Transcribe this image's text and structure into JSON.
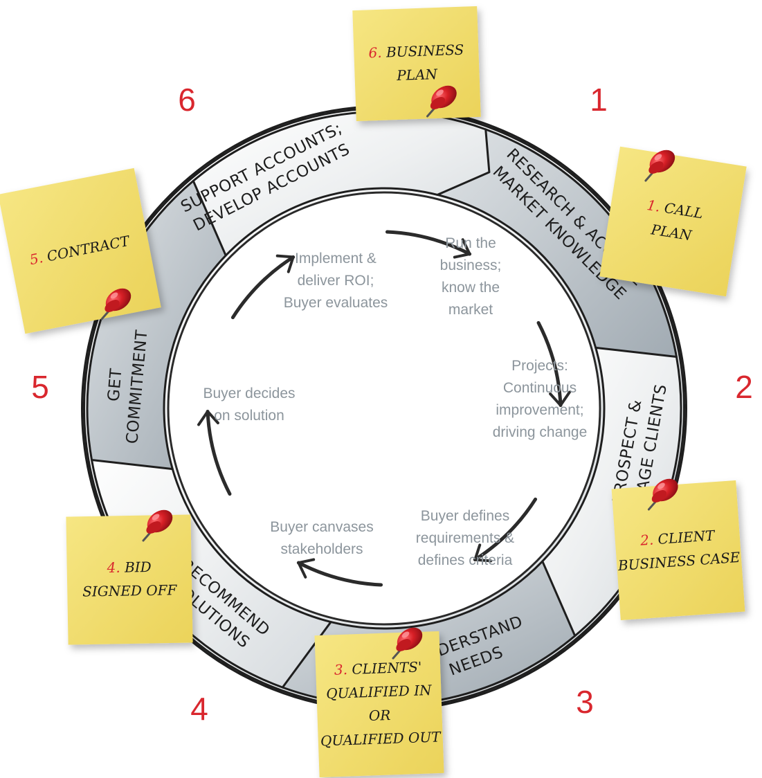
{
  "stages": [
    {
      "number": "1",
      "lines": [
        "RESEARCH & ACQUIRE",
        "MARKET KNOWLEDGE"
      ]
    },
    {
      "number": "2",
      "lines": [
        "PROSPECT &",
        "ENGAGE CLIENTS"
      ]
    },
    {
      "number": "3",
      "lines": [
        "UNDERSTAND",
        "NEEDS"
      ]
    },
    {
      "number": "4",
      "lines": [
        "RECOMMEND",
        "SOLUTIONS"
      ]
    },
    {
      "number": "5",
      "lines": [
        "GET",
        "COMMITMENT"
      ]
    },
    {
      "number": "6",
      "lines": [
        "SUPPORT ACCOUNTS;",
        "DEVELOP ACCOUNTS"
      ]
    }
  ],
  "buyer_cycle": [
    {
      "lines": [
        "Run the",
        "business;",
        "know the",
        "market"
      ]
    },
    {
      "lines": [
        "Projects:",
        "Continuous",
        "improvement;",
        "driving change"
      ]
    },
    {
      "lines": [
        "Buyer defines",
        "requirements &",
        "defines criteria"
      ]
    },
    {
      "lines": [
        "Buyer canvases",
        "stakeholders"
      ]
    },
    {
      "lines": [
        "Buyer decides",
        "on solution"
      ]
    },
    {
      "lines": [
        "Implement &",
        "deliver ROI;",
        "Buyer evaluates"
      ]
    }
  ],
  "notes": [
    {
      "num": "1.",
      "lines": [
        "CALL",
        "PLAN"
      ]
    },
    {
      "num": "2.",
      "lines": [
        "CLIENT",
        "BUSINESS CASE"
      ]
    },
    {
      "num": "3.",
      "lines": [
        "CLIENTS'",
        "QUALIFIED IN",
        "OR",
        "QUALIFIED OUT"
      ]
    },
    {
      "num": "4.",
      "lines": [
        "BID",
        "SIGNED OFF"
      ]
    },
    {
      "num": "5.",
      "lines": [
        "CONTRACT"
      ]
    },
    {
      "num": "6.",
      "lines": [
        "BUSINESS",
        "PLAN"
      ]
    }
  ],
  "colors": {
    "ring_light": "#f2f3f4",
    "ring_dark": "#aab3bb",
    "ring_border": "#1e1e1e",
    "number_red": "#d9272e",
    "buyer_text": "#8c959c",
    "note_yellow": "#f3dd6a",
    "pin_red": "#d71f26"
  }
}
